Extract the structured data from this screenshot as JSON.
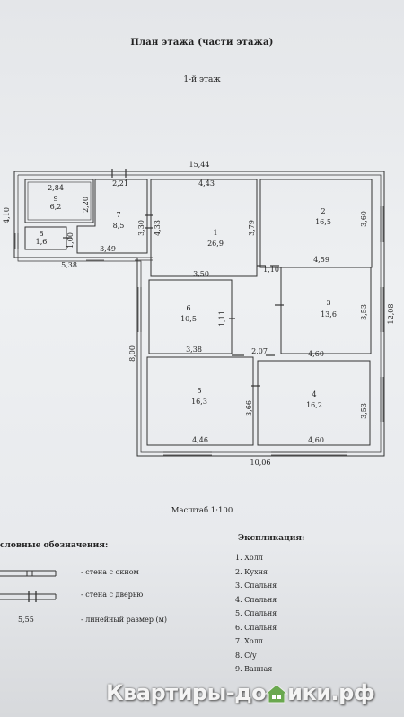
{
  "header": {
    "title": "План этажа (части этажа)",
    "floor": "1-й этаж"
  },
  "plan": {
    "dims": {
      "top_total": "15,44",
      "left_side": "4,10",
      "right_side": "12,08",
      "bottom": "10,06",
      "left_lower": "8,00",
      "left_bottom_step": "5,38"
    },
    "rooms": [
      {
        "num": "1",
        "area": "26,9",
        "w_top": "4,43",
        "h_side": "4,33",
        "w_bottom": "3,50"
      },
      {
        "num": "2",
        "area": "16,5",
        "h_left": "3,79",
        "h_right": "3,60",
        "w_bottom": "4,59"
      },
      {
        "num": "3",
        "area": "13,6",
        "h_right": "3,53",
        "w_bottom": "4,60",
        "gap": "1,10"
      },
      {
        "num": "4",
        "area": "16,2",
        "h_right": "3,53",
        "w_bottom": "4,60"
      },
      {
        "num": "5",
        "area": "16,3",
        "h_right": "3,66",
        "w_bottom": "4,46",
        "w_top": "2,07"
      },
      {
        "num": "6",
        "area": "10,5",
        "h_right": "1,11",
        "w_bottom": "3,38"
      },
      {
        "num": "7",
        "area": "8,5",
        "w_top": "2,21",
        "h_right": "3,30",
        "w_bottom": "3,49"
      },
      {
        "num": "8",
        "area": "1,6",
        "h_right": "1,00"
      },
      {
        "num": "9",
        "area": "6,2",
        "w_top": "2,84",
        "h_right": "2,20"
      }
    ]
  },
  "scale": "Масштаб 1:100",
  "legend": {
    "title": "словные обозначения:",
    "window_wall": "- стена с окном",
    "door_wall": "- стена с дверью",
    "dim_value": "5,55",
    "dim_label": "- линейный размер (м)"
  },
  "explication": {
    "title": "Экспликация:",
    "items": [
      "1. Холл",
      "2. Кухня",
      "3. Спальня",
      "4. Спальня",
      "5. Спальня",
      "6. Спальня",
      "7. Холл",
      "8. С/у",
      "9. Ванная"
    ]
  },
  "watermark": {
    "left": "Квартиры-до",
    "right": "ики.рф",
    "icon": "house-icon"
  }
}
